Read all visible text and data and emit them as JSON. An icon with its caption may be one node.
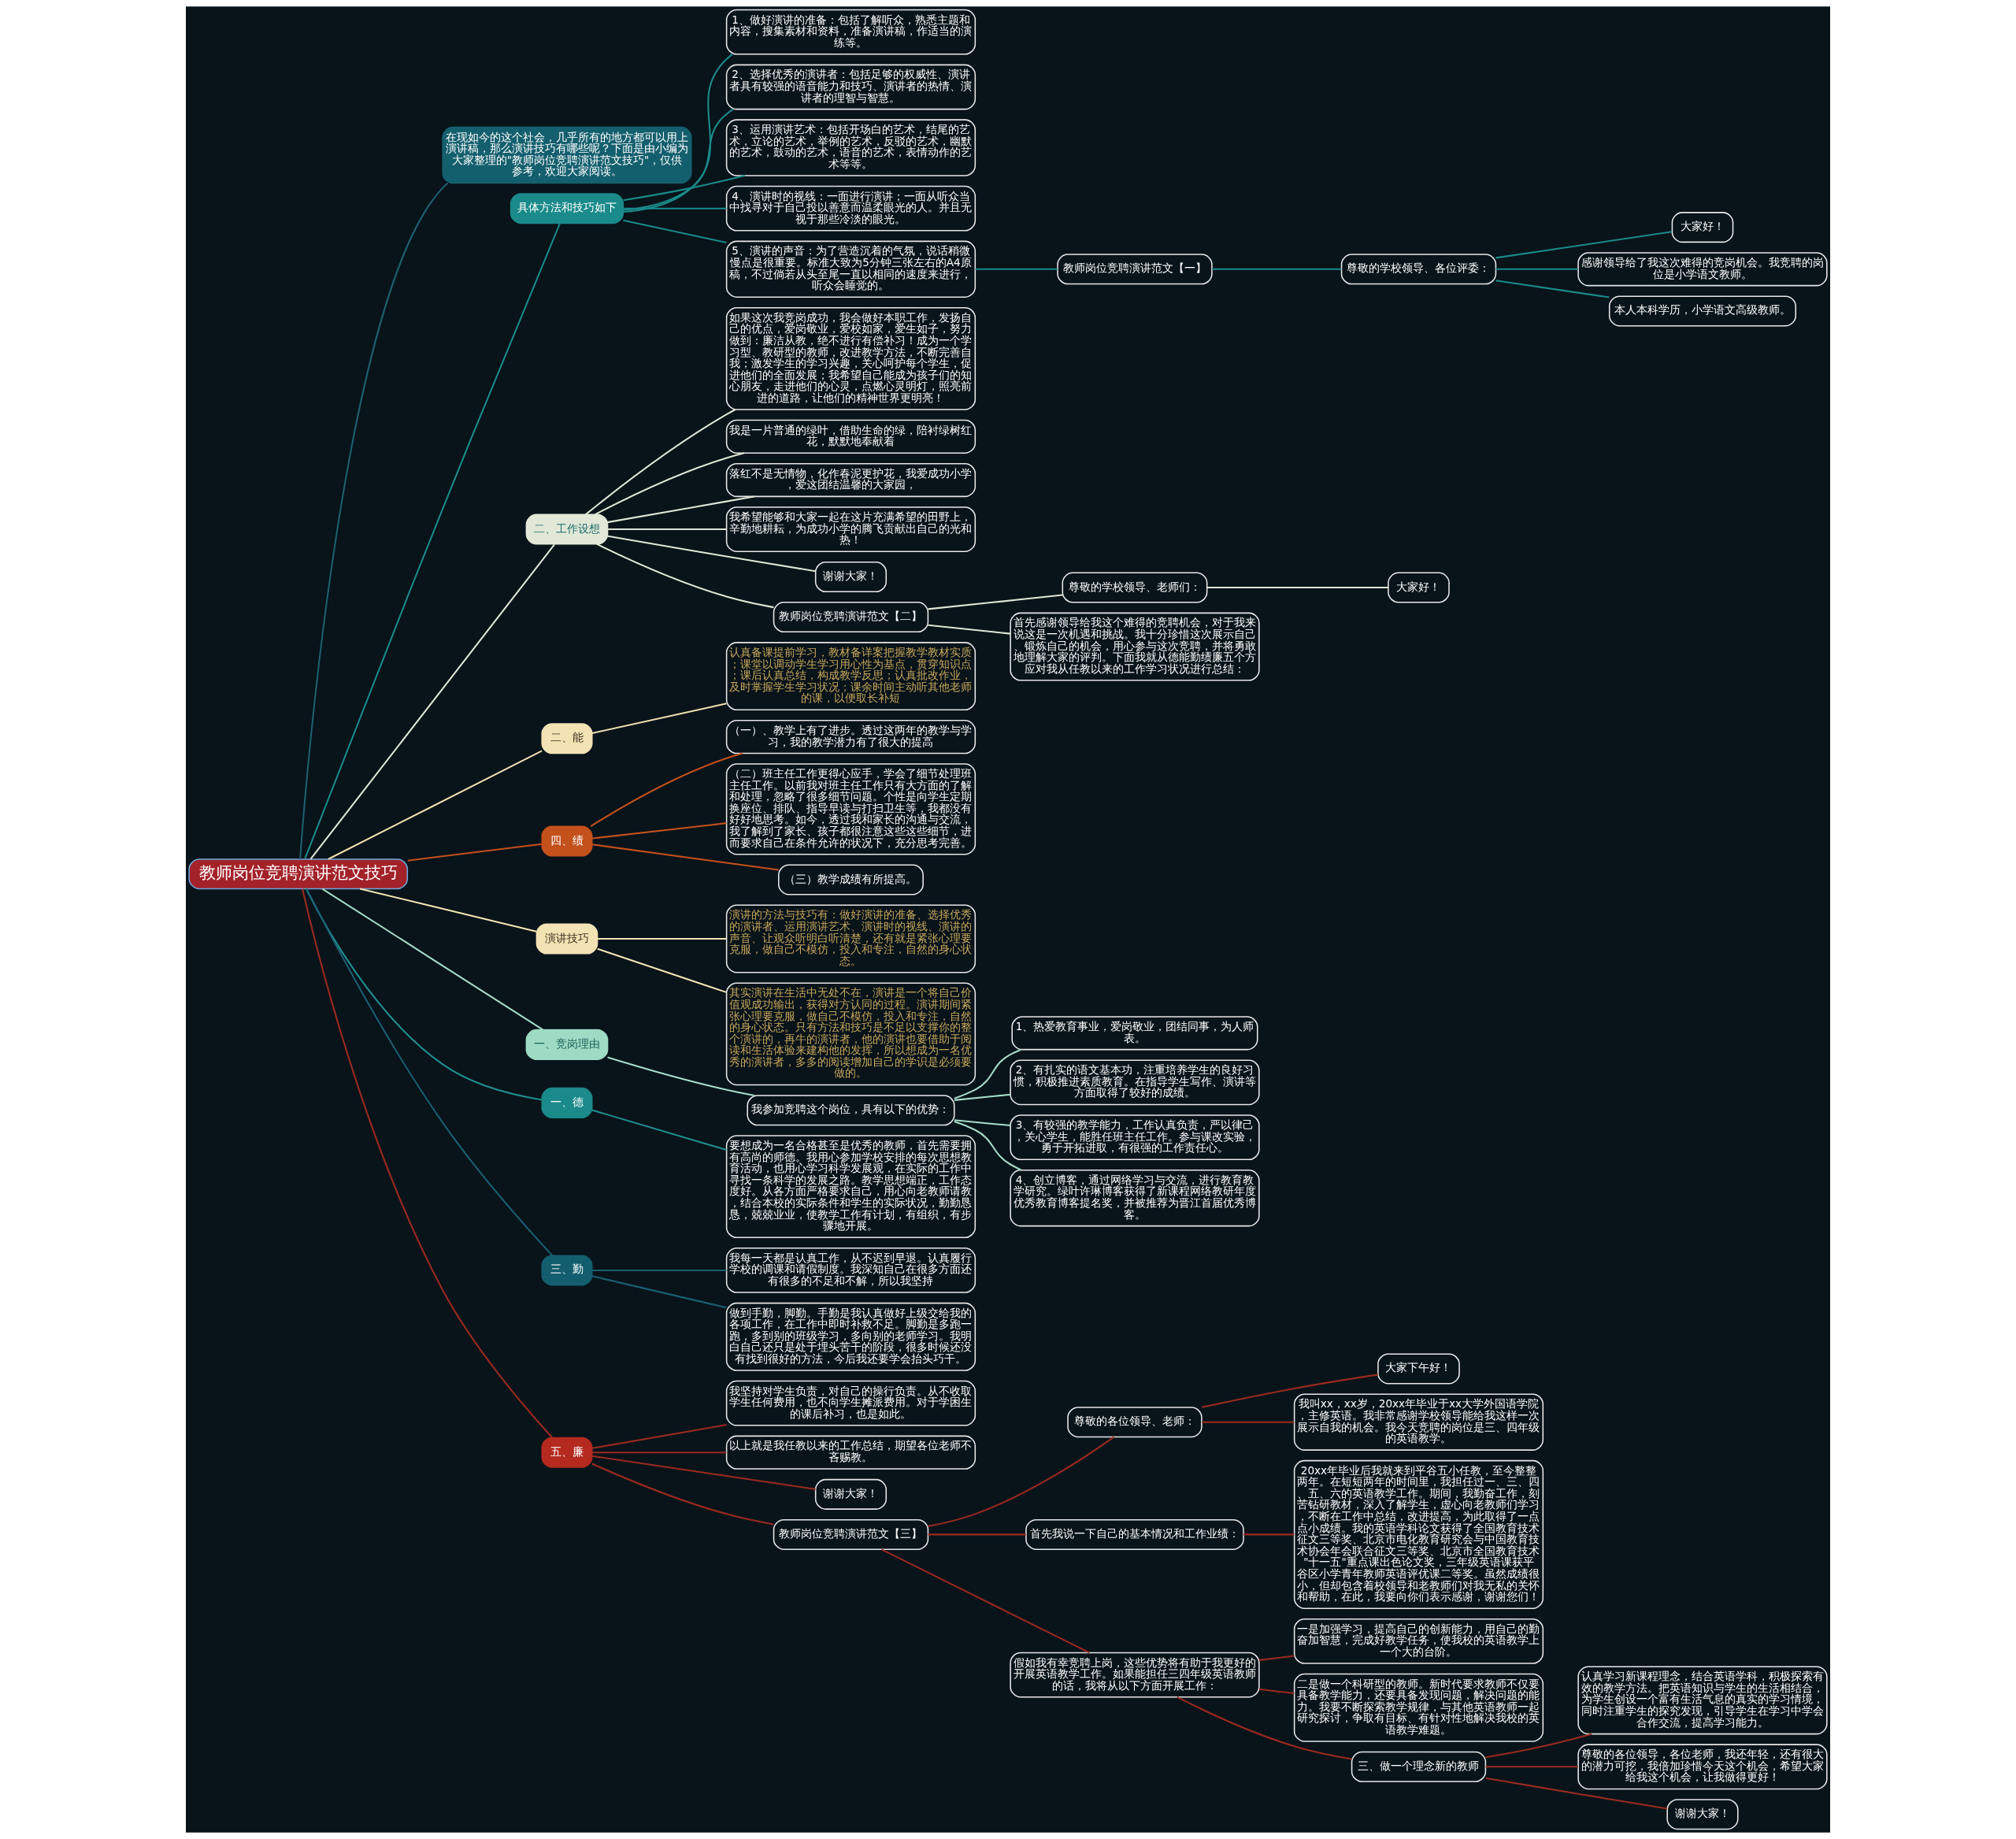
{
  "diagram": {
    "nodes": [
      {
        "text": [
          "教师岗位竞聘演讲范文技巧"
        ]
      },
      {
        "text": [
          "在现如今的这个社会，几乎所有的地方都可以用上演讲稿，那么演讲技巧有哪些呢？下面是由小编为大家整理的\"教师岗位竞聘演讲范文技巧\"，仅供参考，欢迎大家阅读。"
        ]
      },
      {
        "text": [
          "具体方法和技巧如下"
        ]
      },
      {
        "text": [
          "1、做好演讲的准备：包括了解听众，熟悉主题和内容，搜集素材和资料，准备演讲稿，作适当的演练等。"
        ]
      },
      {
        "text": [
          "2、选择优秀的演讲者：包括足够的权威性、演讲者具有较强的语音能力和技巧、演讲者的热情、演讲者的理智与智慧。"
        ]
      },
      {
        "text": [
          "3、运用演讲艺术：包括开场白的艺术，结尾的艺术，立论的艺术，举例的艺术，反驳的艺术，幽默的艺术，鼓动的艺术，语音的艺术，表情动作的艺术等等。"
        ]
      },
      {
        "text": [
          "4、演讲时的视线：一面进行演讲；一面从听众当中找寻对于自己投以善意而温柔眼光的人。并且无视于那些冷淡的眼光。"
        ]
      },
      {
        "text": [
          "5、演讲的声音：为了营造沉着的气氛，说话稍微慢点是很重要。标准大致为5分钟三张左右的A4原稿，不过倘若从头至尾一直以相同的速度来进行，听众会睡觉的。"
        ]
      },
      {
        "text": [
          "教师岗位竞聘演讲范文【一】"
        ]
      },
      {
        "text": [
          "尊敬的学校领导、各位评委："
        ]
      },
      {
        "text": [
          "大家好！"
        ]
      },
      {
        "text": [
          "感谢领导给了我这次难得的竞岗机会。我竞聘的岗位是小学语文教师。"
        ]
      },
      {
        "text": [
          "本人本科学历，小学语文高级教师。"
        ]
      },
      {
        "text": [
          "二、工作设想"
        ]
      },
      {
        "text": [
          "如果这次我竞岗成功，我会做好本职工作，发扬自己的优点，爱岗敬业，爱校如家，爱生如子，努力做到：廉洁从教，绝不进行有偿补习！成为一个学习型、教研型的教师，改进教学方法，不断完善自我；激发学生的学习兴趣，关心呵护每个学生，促进他们的全面发展；我希望自己能成为孩子们的知心朋友，走进他们的心灵，点燃心灵明灯，照亮前进的道路，让他们的精神世界更明亮！"
        ]
      },
      {
        "text": [
          "我是一片普通的绿叶，借助生命的绿，陪衬绿树红花，默默地奉献着"
        ]
      },
      {
        "text": [
          "落红不是无情物，化作春泥更护花，我爱成功小学，爱这团结温馨的大家园，"
        ]
      },
      {
        "text": [
          "我希望能够和大家一起在这片充满希望的田野上，辛勤地耕耘，为成功小学的腾飞贡献出自己的光和热！"
        ]
      },
      {
        "text": [
          "谢谢大家！"
        ]
      },
      {
        "text": [
          "教师岗位竞聘演讲范文【二】"
        ]
      },
      {
        "text": [
          "尊敬的学校领导、老师们："
        ]
      },
      {
        "text": [
          "大家好！"
        ]
      },
      {
        "text": [
          "首先感谢领导给我这个难得的竞聘机会，对于我来说这是一次机遇和挑战。我十分珍惜这次展示自己、锻炼自己的机会，用心参与这次竞聘，并将勇敢地理解大家的评判。下面我就从德能勤绩廉五个方应对我从任教以来的工作学习状况进行总结："
        ]
      },
      {
        "text": [
          "二、能"
        ]
      },
      {
        "text": [
          "认真备课提前学习，教材备详案把握教学教材实质；课堂以调动学生学习用心性为基点，贯穿知识点；课后认真总结，构成教学反思；认真批改作业，及时掌握学生学习状况；课余时间主动听其他老师的课，以便取长补短"
        ]
      },
      {
        "text": [
          "四、绩"
        ]
      },
      {
        "text": [
          "（一）、教学上有了进步。透过这两年的教学与学习，我的教学潜力有了很大的提高"
        ]
      },
      {
        "text": [
          "（二）班主任工作更得心应手，学会了细节处理班主任工作。以前我对班主任工作只有大方面的了解和处理，忽略了很多细节问题。个性是向学生定期换座位、排队、指导早读与打扫卫生等，我都没有好好地思考。如今，透过我和家长的沟通与交流，我了解到了家长、孩子都很注意这些这些细节，进而要求自己在条件允许的状况下，充分思考完善。"
        ]
      },
      {
        "text": [
          "（三）教学成绩有所提高。"
        ]
      },
      {
        "text": [
          "演讲技巧"
        ]
      },
      {
        "text": [
          "演讲的方法与技巧有：做好演讲的准备、选择优秀的演讲者、运用演讲艺术、演讲时的视线、演讲的声音、让观众听明白听清楚，还有就是紧张心理要克服，做自己不模仿，投入和专注，自然的身心状态。"
        ]
      },
      {
        "text": [
          "其实演讲在生活中无处不在，演讲是一个将自己价值观成功输出，获得对方认同的过程。演讲期间紧张心理要克服，做自己不模仿，投入和专注，自然的身心状态。只有方法和技巧是不足以支撑你的整个演讲的，再牛的演讲者，他的演讲也要借助于阅读和生活体验来建构他的发挥，所以想成为一名优秀的演讲者，多多的阅读增加自己的学识是必须要做的。"
        ]
      },
      {
        "text": [
          "一、竞岗理由"
        ]
      },
      {
        "text": [
          "我参加竞聘这个岗位，具有以下的优势："
        ]
      },
      {
        "text": [
          "1、热爱教育事业，爱岗敬业，团结同事，为人师表。"
        ]
      },
      {
        "text": [
          "2、有扎实的语文基本功，注重培养学生的良好习惯，积极推进素质教育。在指导学生写作、演讲等方面取得了较好的成绩。"
        ]
      },
      {
        "text": [
          "3、有较强的教学能力，工作认真负责，严以律己，关心学生，能胜任班主任工作。参与课改实验，勇于开拓进取，有很强的工作责任心。"
        ]
      },
      {
        "text": [
          "4、创立博客，通过网络学习与交流，进行教育教学研究。绿叶许琳博客获得了新课程网络教研年度优秀教育博客提名奖，并被推荐为晋江首届优秀博客。"
        ]
      },
      {
        "text": [
          "一、德"
        ]
      },
      {
        "text": [
          "要想成为一名合格甚至是优秀的教师，首先需要拥有高尚的师德。我用心参加学校安排的每次思想教育活动，也用心学习科学发展观，在实际的工作中寻找一条科学的发展之路。教学思想端正，工作态度好。从各方面严格要求自己，用心向老教师请教，结合本校的实际条件和学生的实际状况，勤勤恳恳，兢兢业业，使教学工作有计划，有组织，有步骤地开展。"
        ]
      },
      {
        "text": [
          "三、勤"
        ]
      },
      {
        "text": [
          "我每一天都是认真工作，从不迟到早退。认真履行学校的调课和请假制度。我深知自己在很多方面还有很多的不足和不解，所以我坚持"
        ]
      },
      {
        "text": [
          "做到手勤，脚勤。手勤是我认真做好上级交给我的各项工作，在工作中即时补救不足。脚勤是多跑一跑，多到别的班级学习，多向别的老师学习。我明白自己还只是处于埋头苦干的阶段，很多时候还没有找到很好的方法，今后我还要学会抬头巧干。"
        ]
      },
      {
        "text": [
          "五、廉"
        ]
      },
      {
        "text": [
          "我坚持对学生负责，对自己的操行负责。从不收取学生任何费用，也不向学生摊派费用。对于学困生的课后补习，也是如此。"
        ]
      },
      {
        "text": [
          "以上就是我任教以来的工作总结，期望各位老师不吝赐教。"
        ]
      },
      {
        "text": [
          "谢谢大家！"
        ]
      },
      {
        "text": [
          "教师岗位竞聘演讲范文【三】"
        ]
      },
      {
        "text": [
          "尊敬的各位领导、老师："
        ]
      },
      {
        "text": [
          "大家下午好！"
        ]
      },
      {
        "text": [
          "我叫xx，xx岁，20xx年毕业于xx大学外国语学院，主修英语。我非常感谢学校领导能给我这样一次展示自我的机会。我今天竞聘的岗位是三、四年级的英语教学。"
        ]
      },
      {
        "text": [
          "首先我说一下自己的基本情况和工作业绩："
        ]
      },
      {
        "text": [
          "20xx年毕业后我就来到平谷五小任教，至今整整两年。在短短两年的时间里，我担任过一、三、四、五、六的英语教学工作。期间，我勤奋工作，刻苦钻研教材，深入了解学生，虚心向老教师们学习，不断在工作中总结，改进提高，为此取得了一点点小成绩。我的英语学科论文获得了全国教育技术征文三等奖、北京市电化教育研究会与中国教育技术协会年会联合征文三等奖、北京市全国教育技术\"十一五\"重点课出色论文奖，三年级英语课获平谷区小学青年教师英语评优课二等奖。虽然成绩很小，但却包含着校领导和老教师们对我无私的关怀和帮助，在此，我要向你们表示感谢，谢谢您们！"
        ]
      },
      {
        "text": [
          "假如我有幸竞聘上岗，这些优势将有助于我更好的开展英语教学工作。如果能担任三四年级英语教师的话，我将从以下方面开展工作："
        ]
      },
      {
        "text": [
          "一是加强学习，提高自己的创新能力，用自己的勤奋加智慧，完成好教学任务，使我校的英语教学上一个大的台阶。"
        ]
      },
      {
        "text": [
          "二是做一个科研型的教师。新时代要求教师不仅要具备教学能力，还要具备发现问题，解决问题的能力。我要不断探索教学规律，与其他英语教师一起研究探讨，争取有目标、有针对性地解决我校的英语教学难题。"
        ]
      },
      {
        "text": [
          "三、做一个理念新的教师"
        ]
      },
      {
        "text": [
          "认真学习新课程理念，结合英语学科，积极探索有效的教学方法。把英语知识与学生的生活相结合，为学生创设一个富有生活气息的真实的学习情境，同时注重学生的探究发现，引导学生在学习中学会合作交流，提高学习能力。"
        ]
      },
      {
        "text": [
          "尊敬的各位领导，各位老师，我还年轻，还有很大的潜力可挖，我倍加珍惜今天这个机会，希望大家给我这个机会，让我做得更好！"
        ]
      },
      {
        "text": [
          "谢谢大家！"
        ]
      }
    ],
    "edges": [
      {
        "from": 0,
        "to": 1,
        "arrow": "none",
        "color": "#1d5f6e"
      },
      {
        "from": 0,
        "to": 2,
        "arrow": "none",
        "color": "#1a8a8a"
      },
      {
        "from": 2,
        "to": 3,
        "arrow": "none",
        "color": "#1a8a8a"
      },
      {
        "from": 2,
        "to": 4,
        "arrow": "none",
        "color": "#1a8a8a"
      },
      {
        "from": 2,
        "to": 5,
        "arrow": "none",
        "color": "#1a8a8a"
      },
      {
        "from": 2,
        "to": 6,
        "arrow": "none",
        "color": "#1a8a8a"
      },
      {
        "from": 2,
        "to": 7,
        "arrow": "none",
        "color": "#1a8a8a"
      },
      {
        "from": 7,
        "to": 8,
        "arrow": "none",
        "color": "#1a8a8a"
      },
      {
        "from": 8,
        "to": 9,
        "arrow": "none",
        "color": "#1a8a8a"
      },
      {
        "from": 9,
        "to": 10,
        "arrow": "none",
        "color": "#1a8a8a"
      },
      {
        "from": 9,
        "to": 11,
        "arrow": "none",
        "color": "#1a8a8a"
      },
      {
        "from": 9,
        "to": 12,
        "arrow": "none",
        "color": "#1a8a8a"
      },
      {
        "from": 0,
        "to": 13,
        "arrow": "none",
        "color": "#dfe6d6"
      },
      {
        "from": 13,
        "to": 14,
        "arrow": "none",
        "color": "#dfe6d6"
      },
      {
        "from": 13,
        "to": 15,
        "arrow": "none",
        "color": "#dfe6d6"
      },
      {
        "from": 13,
        "to": 16,
        "arrow": "none",
        "color": "#dfe6d6"
      },
      {
        "from": 13,
        "to": 17,
        "arrow": "none",
        "color": "#dfe6d6"
      },
      {
        "from": 13,
        "to": 18,
        "arrow": "none",
        "color": "#dfe6d6"
      },
      {
        "from": 13,
        "to": 19,
        "arrow": "none",
        "color": "#dfe6d6"
      },
      {
        "from": 19,
        "to": 20,
        "arrow": "none",
        "color": "#dfe6d6"
      },
      {
        "from": 20,
        "to": 21,
        "arrow": "none",
        "color": "#dfe6d6"
      },
      {
        "from": 19,
        "to": 22,
        "arrow": "none",
        "color": "#dfe6d6"
      },
      {
        "from": 0,
        "to": 23,
        "arrow": "none",
        "color": "#f0deb0"
      },
      {
        "from": 23,
        "to": 24,
        "arrow": "none",
        "color": "#f0deb0"
      },
      {
        "from": 0,
        "to": 25,
        "arrow": "none",
        "color": "#c4501c"
      },
      {
        "from": 25,
        "to": 26,
        "arrow": "none",
        "color": "#c4501c"
      },
      {
        "from": 25,
        "to": 27,
        "arrow": "none",
        "color": "#c4501c"
      },
      {
        "from": 25,
        "to": 28,
        "arrow": "none",
        "color": "#c4501c"
      },
      {
        "from": 0,
        "to": 29,
        "arrow": "none",
        "color": "#f3e5b5"
      },
      {
        "from": 29,
        "to": 30,
        "arrow": "none",
        "color": "#f3e5b5"
      },
      {
        "from": 29,
        "to": 31,
        "arrow": "none",
        "color": "#f3e5b5"
      },
      {
        "from": 0,
        "to": 32,
        "arrow": "none",
        "color": "#a5dcc8"
      },
      {
        "from": 32,
        "to": 33,
        "arrow": "none",
        "color": "#a5dcc8"
      },
      {
        "from": 33,
        "to": 34,
        "arrow": "none",
        "color": "#a5dcc8"
      },
      {
        "from": 33,
        "to": 35,
        "arrow": "none",
        "color": "#a5dcc8"
      },
      {
        "from": 33,
        "to": 36,
        "arrow": "none",
        "color": "#a5dcc8"
      },
      {
        "from": 33,
        "to": 37,
        "arrow": "none",
        "color": "#a5dcc8"
      },
      {
        "from": 0,
        "to": 38,
        "arrow": "none",
        "color": "#1f8f8f"
      },
      {
        "from": 38,
        "to": 39,
        "arrow": "none",
        "color": "#1f8f8f"
      },
      {
        "from": 0,
        "to": 40,
        "arrow": "none",
        "color": "#1a5f72"
      },
      {
        "from": 40,
        "to": 41,
        "arrow": "none",
        "color": "#1a5f72"
      },
      {
        "from": 40,
        "to": 42,
        "arrow": "none",
        "color": "#1a5f72"
      },
      {
        "from": 0,
        "to": 43,
        "arrow": "none"
      },
      {
        "from": 43,
        "to": 44,
        "arrow": "none"
      },
      {
        "from": 43,
        "to": 45,
        "arrow": "none"
      },
      {
        "from": 43,
        "to": 46,
        "arrow": "none"
      },
      {
        "from": 43,
        "to": 47,
        "arrow": "none"
      },
      {
        "from": 47,
        "to": 48,
        "arrow": "none"
      },
      {
        "from": 48,
        "to": 49,
        "arrow": "none"
      },
      {
        "from": 48,
        "to": 50,
        "arrow": "none"
      },
      {
        "from": 47,
        "to": 51,
        "arrow": "none"
      },
      {
        "from": 51,
        "to": 52,
        "arrow": "none"
      },
      {
        "from": 47,
        "to": 53,
        "arrow": "none"
      },
      {
        "from": 53,
        "to": 54,
        "arrow": "none"
      },
      {
        "from": 53,
        "to": 55,
        "arrow": "none"
      },
      {
        "from": 53,
        "to": 56,
        "arrow": "none"
      },
      {
        "from": 56,
        "to": 57,
        "arrow": "none"
      },
      {
        "from": 56,
        "to": 58,
        "arrow": "none"
      },
      {
        "from": 56,
        "to": 59,
        "arrow": "none"
      }
    ]
  }
}
